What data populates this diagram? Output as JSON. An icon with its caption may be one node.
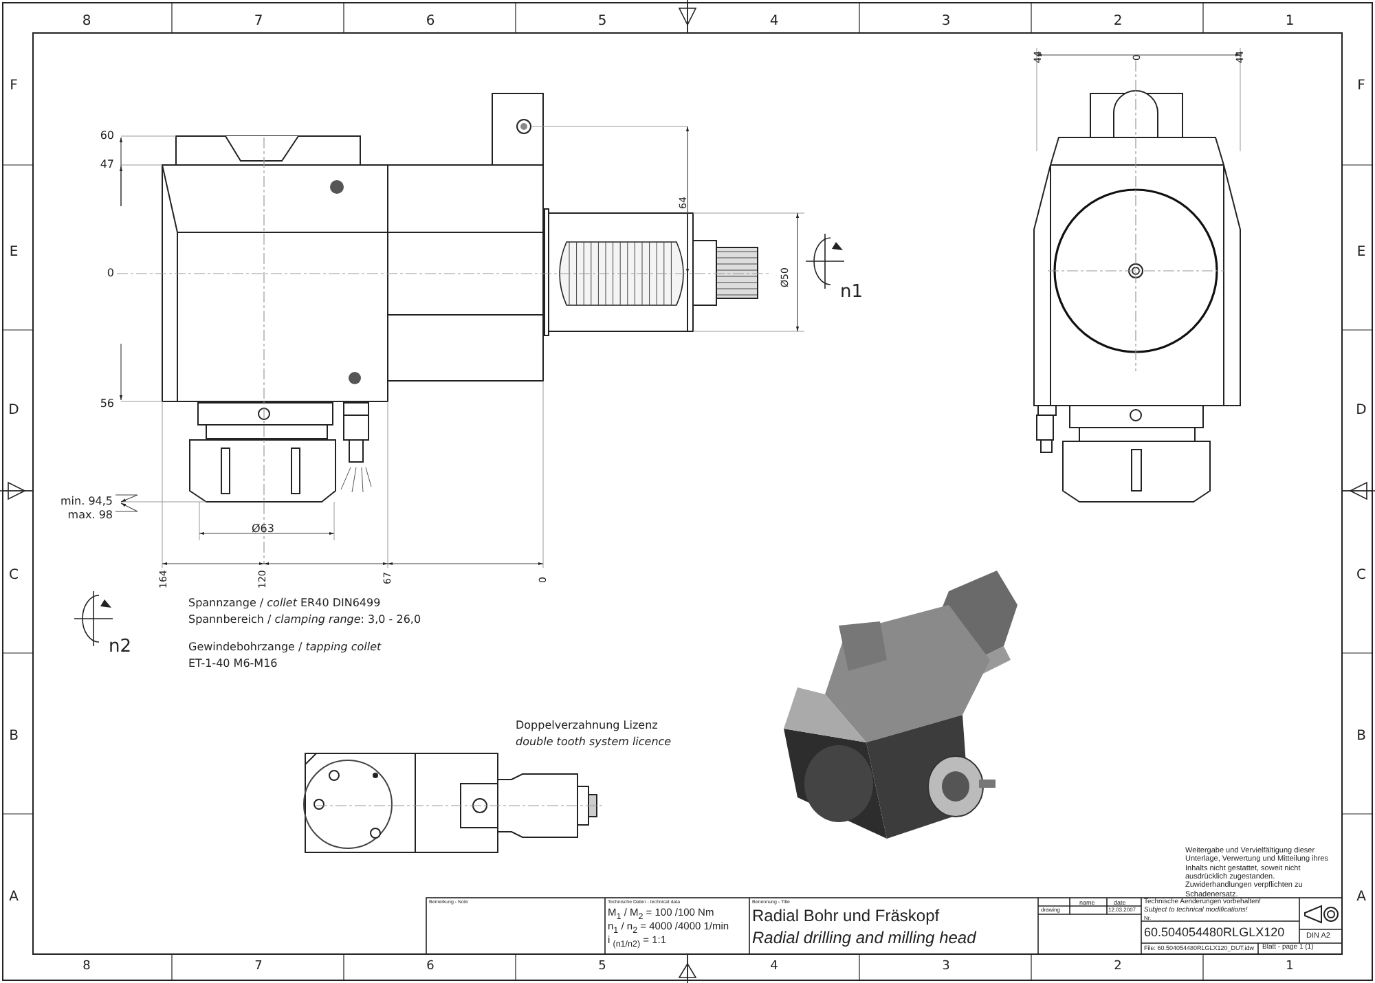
{
  "diagram": {
    "labels": [
      "8",
      "7",
      "6",
      "5",
      "4",
      "3",
      "2",
      "1",
      "8",
      "7",
      "6",
      "5",
      "4",
      "3",
      "2",
      "1",
      "F",
      "E",
      "D",
      "C",
      "B",
      "A",
      "F",
      "E",
      "D",
      "C",
      "B",
      "A",
      "60",
      "47",
      "0",
      "56",
      "min. 94,5",
      "max. 98",
      "Ø63",
      "164",
      "120",
      "67",
      "0",
      "64",
      "Ø50",
      "n1",
      "n2",
      "44",
      "0",
      "44",
      "Spannzange / *collet*   ER40   DIN6499",
      "Spannbereich / *clamping range*: 3,0 - 26,0",
      "Gewindebohrzange / *tapping collet*",
      "ET-1-40  M6-M16",
      "Doppelverzahnung Lizenz",
      "double tooth system licence",
      "Weitergabe und Vervielfältigung dieser Unterlage, Verwertung und Mitteilung ihres Inhalts nicht gestattet, soweit nicht ausdrücklich zugestanden. Zuwiderhandlungen verpflichten zu Schadenersatz.",
      "Bemerkung - Note",
      "Technische Daten - technical data",
      "M$_{1}$ / M$_{2}$ = 100 /100 Nm",
      "n$_{1}$ / n$_{2}$ = 4000 /4000  1/min",
      "i  $_{(n1/n2)}$ = 1:1",
      "Benennung - Title",
      "Radial Bohr und Fräskopf",
      "Radial drilling and milling head",
      "name",
      "date",
      "drawing",
      "12.03.2007",
      "Technische Aenderungen vorbehalten!",
      "Subject to technical modifications!",
      "Nr.",
      "60.504054480RLGLX120",
      "File: 60.504054480RLGLX120_DUT.idw",
      "DIN A2",
      "Blatt - page  1 (1)"
    ]
  }
}
